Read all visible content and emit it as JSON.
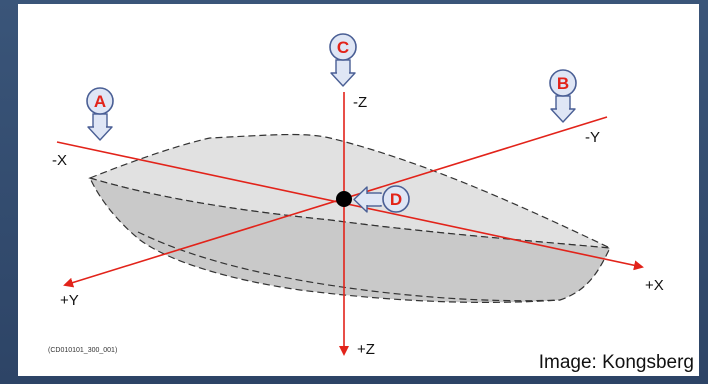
{
  "axes": {
    "neg_x": "-X",
    "pos_x": "+X",
    "neg_y": "-Y",
    "pos_y": "+Y",
    "neg_z": "-Z",
    "pos_z": "+Z"
  },
  "markers": {
    "a": "A",
    "b": "B",
    "c": "C",
    "d": "D"
  },
  "reference_code": "(CD010101_300_001)",
  "credit": "Image: Kongsberg",
  "colors": {
    "axis": "#e2231a",
    "marker_fill": "#dfe6f5",
    "marker_stroke": "#4a5f95",
    "hull_top": "#e1e1e1",
    "hull_side": "#c9c9c9",
    "background": "#324a6c"
  }
}
